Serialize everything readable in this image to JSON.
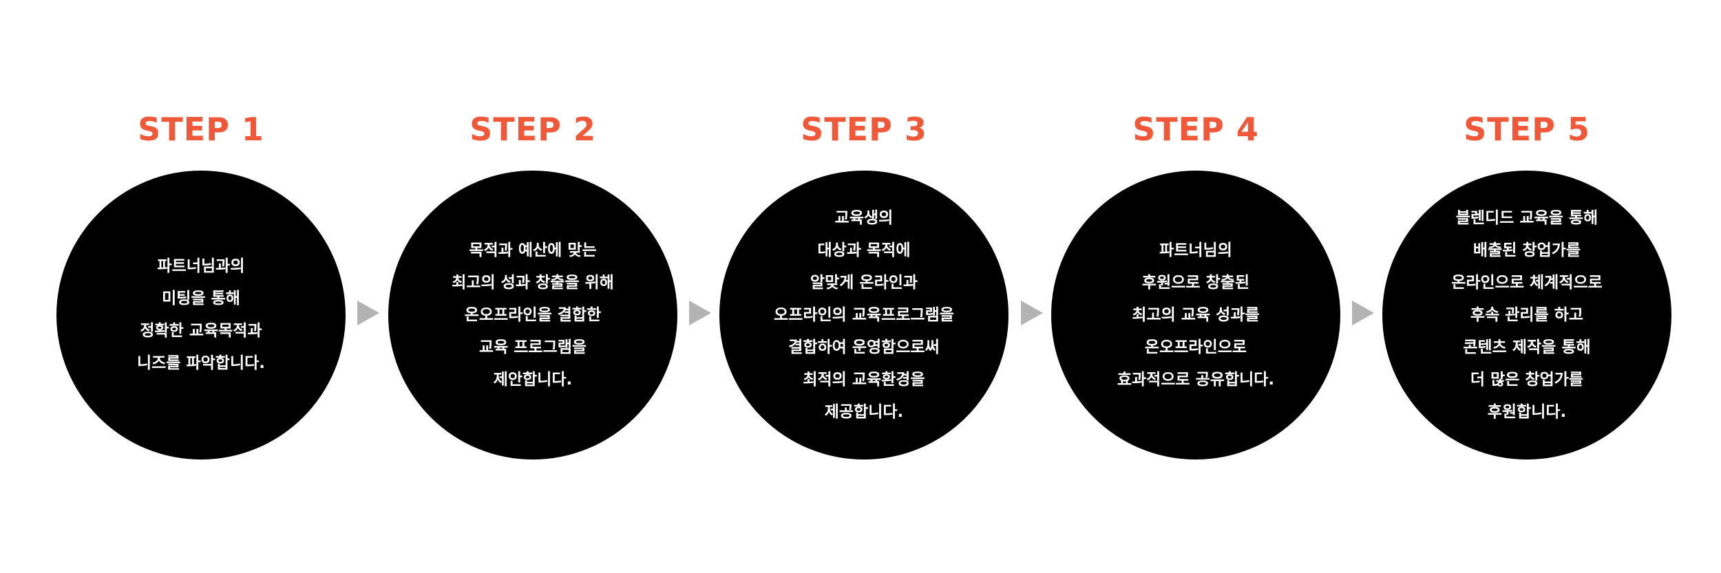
{
  "steps": [
    {
      "title": "STEP 1",
      "lines": [
        "파트너님과의",
        "미팅을 통해",
        "정확한 교육목적과",
        "니즈를 파악합니다."
      ]
    },
    {
      "title": "STEP 2",
      "lines": [
        "목적과 예산에 맞는",
        "최고의 성과 창출을 위해",
        "온오프라인을 결합한",
        "교육 프로그램을",
        "제안합니다."
      ]
    },
    {
      "title": "STEP 3",
      "lines": [
        "교육생의",
        "대상과 목적에",
        "알맞게 온라인과",
        "오프라인의 교육프로그램을",
        "결합하여 운영함으로써",
        "최적의 교육환경을",
        "제공합니다."
      ]
    },
    {
      "title": "STEP 4",
      "lines": [
        "파트너님의",
        "후원으로 창출된",
        "최고의 교육 성과를",
        "온오프라인으로",
        "효과적으로 공유합니다."
      ]
    },
    {
      "title": "STEP 5",
      "lines": [
        "블렌디드 교육을 통해",
        "배출된 창업가를",
        "온라인으로 체계적으로",
        "후속 관리를 하고",
        "콘텐츠 제작을 통해",
        "더 많은 창업가를",
        "후원합니다."
      ]
    }
  ],
  "colors": {
    "step_title": "#f0583a",
    "circle": "#000000",
    "circle_text": "#ffffff",
    "arrow": "#b3b3b3"
  },
  "icons": {
    "arrow": "arrow-right-icon"
  }
}
